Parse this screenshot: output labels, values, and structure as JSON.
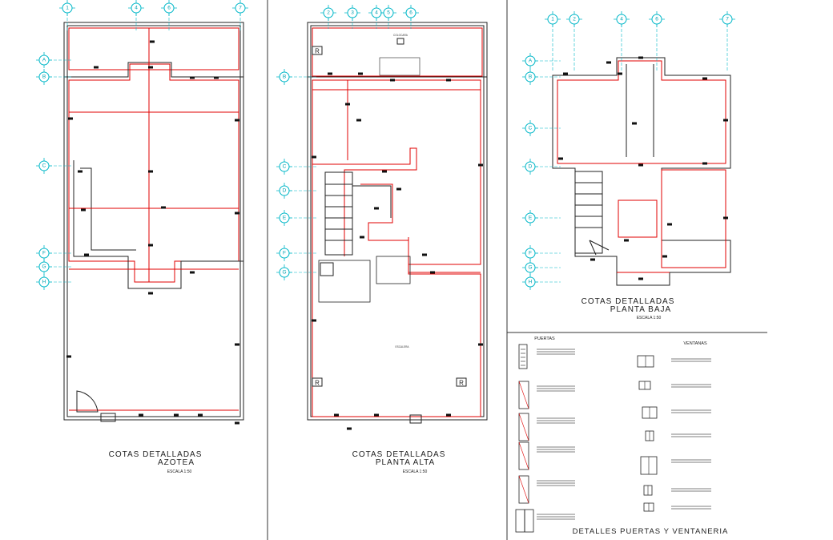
{
  "panels": {
    "azotea": {
      "title": "COTAS  DETALLADAS",
      "subtitle": "AZOTEA",
      "scale": "ESCALA 1:50",
      "axes_top": [
        "1",
        "4",
        "6",
        "7"
      ],
      "axes_left": [
        "A",
        "B",
        "C",
        "F",
        "G",
        "H"
      ]
    },
    "alta": {
      "title": "COTAS  DETALLADAS",
      "subtitle": "PLANTA  ALTA",
      "scale": "ESCALA 1:50",
      "axes_top": [
        "2",
        "3",
        "4",
        "5",
        "6"
      ],
      "axes_left": [
        "B",
        "C",
        "D",
        "E",
        "F",
        "G"
      ],
      "labels": [
        "COLOCARA",
        "ESCALERA",
        "R",
        "R",
        "R"
      ]
    },
    "baja": {
      "title": "COTAS  DETALLADAS",
      "subtitle": "PLANTA  BAJA",
      "scale": "ESCALA 1:50",
      "axes_top": [
        "1",
        "2",
        "4",
        "6",
        "7"
      ],
      "axes_left": [
        "A",
        "B",
        "C",
        "D",
        "E",
        "F",
        "G",
        "H"
      ]
    },
    "detalles": {
      "title": "DETALLES  PUERTAS  Y  VENTANERIA",
      "doors_header": "PUERTAS",
      "windows_header": "VENTANAS"
    }
  }
}
